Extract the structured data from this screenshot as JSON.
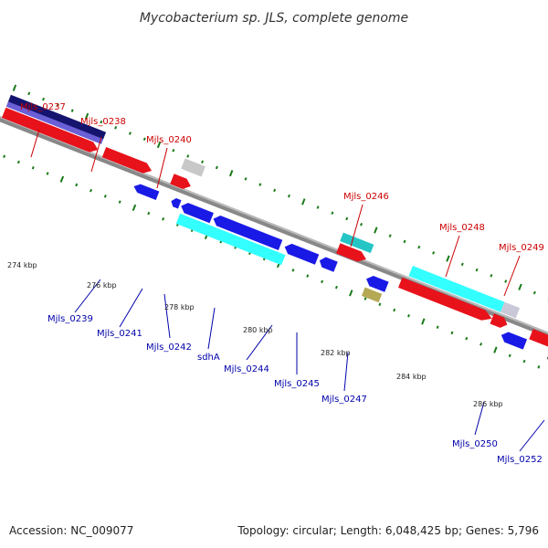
{
  "title": "Mycobacterium sp. JLS, complete genome",
  "footer": {
    "accession": "Accession: NC_009077",
    "summary": "Topology: circular; Length: 6,048,425 bp; Genes: 5,796"
  },
  "colors": {
    "forward_label": "#cc0000",
    "reverse_label": "#0000aa",
    "backbone": "#888888",
    "tick": "#1a7a1a"
  },
  "kbp_labels": [
    "274 kbp",
    "276 kbp",
    "278 kbp",
    "280 kbp",
    "282 kbp",
    "284 kbp",
    "286 kbp"
  ],
  "forward_labels": [
    "Mjls_0237",
    "Mjls_0238",
    "Mjls_0240",
    "Mjls_0246",
    "Mjls_0248",
    "Mjls_0249"
  ],
  "reverse_labels": [
    "Mjls_0239",
    "Mjls_0241",
    "Mjls_0242",
    "sdhA",
    "Mjls_0244",
    "Mjls_0245",
    "Mjls_0247",
    "Mjls_0250",
    "Mjls_0252"
  ]
}
